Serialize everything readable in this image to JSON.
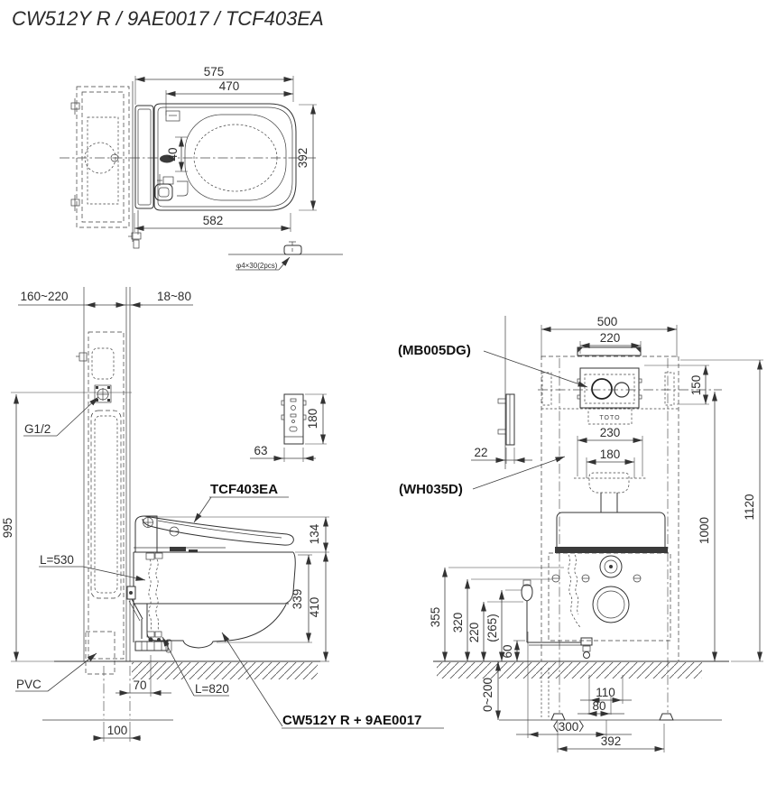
{
  "title": "CW512Y R / 9AE0017 / TCF403EA",
  "colors": {
    "ink": "#333333",
    "paper": "#ffffff"
  },
  "top_view": {
    "dim_depth_total": "575",
    "dim_depth_lid": "470",
    "dim_width": "392",
    "dim_depth_base": "582",
    "dim_nozzle": "40",
    "screw_note": "φ4×30(2pcs)"
  },
  "side_view": {
    "dim_frame_depth": "160~220",
    "dim_wall_finish": "18~80",
    "label_inlet": "G1/2",
    "dim_supply_height": "995",
    "dim_remote_depth": "63",
    "dim_remote_height": "180",
    "label_seat": "TCF403EA",
    "label_hose_upper": "L=530",
    "dim_seat_height": "134",
    "dim_bowl_depth": "339",
    "dim_bowl_height": "410",
    "label_drain": "PVC",
    "dim_hose_offset": "70",
    "label_hose_lower": "L=820",
    "dim_drain_offset": "100",
    "label_bowl": "CW512Y R + 9AE0017"
  },
  "front_view": {
    "label_plate": "(MB005DG)",
    "label_frame": "(WH035D)",
    "label_logo": "TOTO",
    "dim_frame_width": "500",
    "dim_plate_bar": "220",
    "dim_plate_zone": "150",
    "dim_plate_thickness": "22",
    "dim_flange": "230",
    "dim_pipe": "180",
    "dim_frame_height": "1120",
    "dim_plate_center": "1000",
    "dim_supply_1": "355",
    "dim_supply_2": "320",
    "dim_supply_3": "220",
    "dim_supply_4": "(265)",
    "dim_pipe_height": "60",
    "dim_leg_range": "0~200",
    "dim_drain_1": "110",
    "dim_drain_2": "80",
    "dim_span_supply_drain": "〈300〉",
    "dim_rail_span": "392"
  }
}
